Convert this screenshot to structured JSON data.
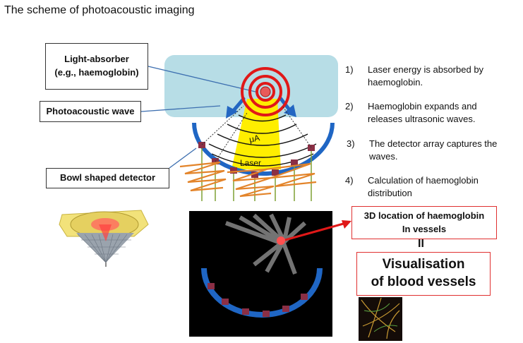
{
  "title": "The scheme of photoacoustic imaging",
  "labels": {
    "light_absorber_line1": "Light-absorber",
    "light_absorber_line2": "(e.g., haemoglobin)",
    "photoacoustic_wave": "Photoacoustic wave",
    "bowl_detector": "Bowl shaped detector"
  },
  "diagram_text": {
    "mu_a": "μA",
    "laser": "Laser"
  },
  "steps": [
    {
      "num": "1)",
      "text": "Laser energy is absorbed by haemoglobin."
    },
    {
      "num": "2)",
      "text": "Haemoglobin expands and releases ultrasonic waves."
    },
    {
      "num": "3)",
      "text": "The detector array captures the waves."
    },
    {
      "num": "4)",
      "text": "Calculation of haemoglobin distribution"
    }
  ],
  "result": {
    "location_line1": "3D location of haemoglobin",
    "location_line2": "In vessels",
    "equals": "II",
    "visual_line1": "Visualisation",
    "visual_line2": "of blood  vessels"
  },
  "colors": {
    "tissue": "#b7dde6",
    "detector": "#1f66c4",
    "element": "#8b2f45",
    "wave_red": "#e01818",
    "laser": "#ffee00",
    "callout_red": "#e03030"
  }
}
